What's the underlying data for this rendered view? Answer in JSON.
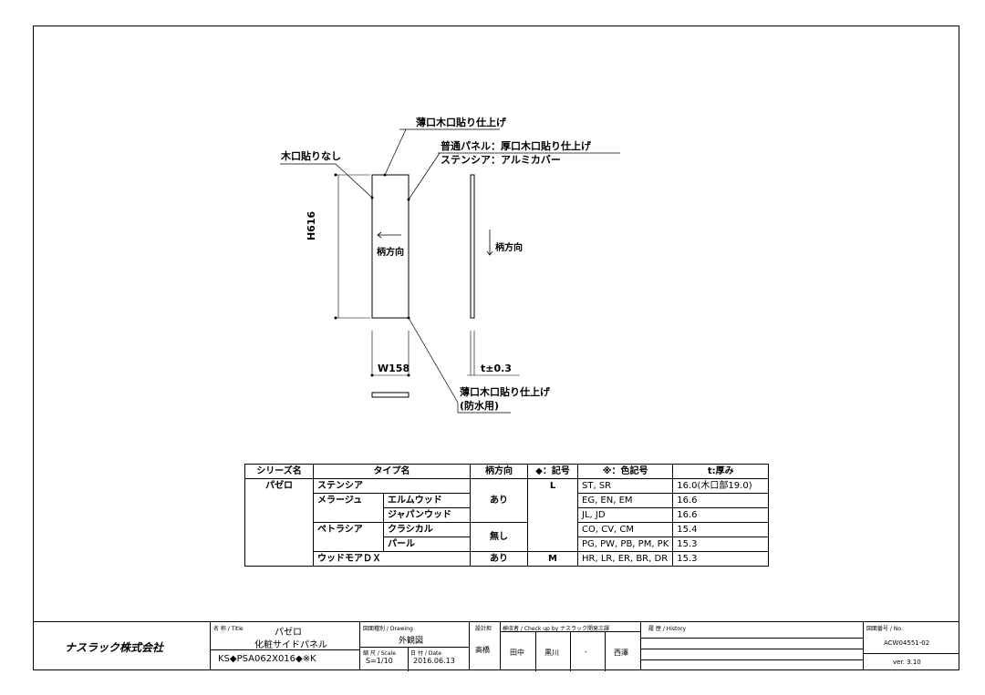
{
  "drawing": {
    "callouts": {
      "no_edge": "木口貼りなし",
      "thin_edge": "薄口木口貼り仕上げ",
      "normal_panel": "普通パネル：厚口木口貼り仕上げ",
      "stencia": "ステンシア：アルミカバー",
      "thin_edge_waterproof_1": "薄口木口貼り仕上げ",
      "thin_edge_waterproof_2": "(防水用)"
    },
    "dims": {
      "height": "H616",
      "width": "W158",
      "thickness": "t±0.3"
    },
    "grain_front": "柄方向",
    "grain_side": "柄方向"
  },
  "spec_table": {
    "headers": [
      "シリーズ名",
      "タイプ名",
      "柄方向",
      "◆：記号",
      "※：色記号",
      "t:厚み"
    ],
    "series": "パゼロ",
    "rows": [
      {
        "type1": "ステンシア",
        "type2": "",
        "color": "ST, SR",
        "thick": "16.0(木口部19.0)"
      },
      {
        "type1": "メラージュ",
        "type2": "エルムウッド",
        "color": "EG, EN, EM",
        "thick": "16.6"
      },
      {
        "type1": "",
        "type2": "ジャパンウッド",
        "color": "JL, JD",
        "thick": "16.6"
      },
      {
        "type1": "ペトラシア",
        "type2": "クラシカル",
        "color": "CO, CV, CM",
        "thick": "15.4"
      },
      {
        "type1": "",
        "type2": "パール",
        "color": "PG, PW, PB, PM, PK",
        "thick": "15.3"
      },
      {
        "type1": "ウッドモアＤＸ",
        "type2": "",
        "color": "HR, LR, ER, BR, DR",
        "thick": "15.3"
      }
    ],
    "grain_yes": "あり",
    "grain_no": "無し",
    "grain_yes2": "あり",
    "symbol_L": "L",
    "symbol_M": "M"
  },
  "title_block": {
    "company": "ナスラック株式会社",
    "title_label": "名 称 / Title",
    "title_value": "パゼロ",
    "subtitle": "化粧サイドパネル",
    "model": "KS◆PSA062X016◆※K",
    "drawing_label": "図面種別 / Drawing",
    "drawing_value": "外観図",
    "scale_label": "縮 尺 / Scale",
    "scale_value": "S=1/10",
    "date_label": "日 付 / Date",
    "date_value": "2016.06.13",
    "designer_label": "設計担",
    "designer_value": "高橋",
    "check_label": "検収者 / Check up by ナスラック開発三課",
    "checkers": [
      "田中",
      "黒川",
      "-",
      "西澤"
    ],
    "history_label": "履 歴 / History",
    "no_label": "図面番号 / No.",
    "no_value": "ACW04551-02",
    "version": "ver. 3.10"
  }
}
